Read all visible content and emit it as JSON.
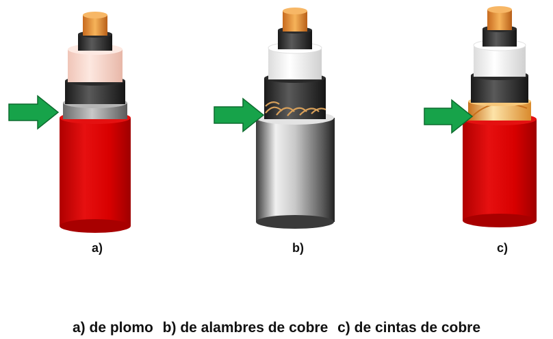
{
  "figure": {
    "labels": {
      "a": "a)",
      "b": "b)",
      "c": "c)"
    },
    "caption": {
      "a": "a)  de plomo",
      "b": "b) de alambres de cobre",
      "c": "c) de cintas de cobre"
    }
  },
  "colors": {
    "conductor": "#e8963a",
    "insulation_dark": "#1e1e1e",
    "insulation_white": "#ffffff",
    "insulation_pink": "#f9d8cf",
    "semiconductor": "#3a3a3a",
    "lead_sheath": "#9a9a9a",
    "outer_red": "#d20000",
    "outer_silver": "#cfcfcf",
    "copper_wire": "#d8a05a",
    "copper_tape": "#f2b04a",
    "arrow_green": "#1aa64a"
  },
  "icons": [
    "cable-lead-sheath",
    "cable-copper-wires",
    "cable-copper-tapes",
    "green-arrow"
  ]
}
